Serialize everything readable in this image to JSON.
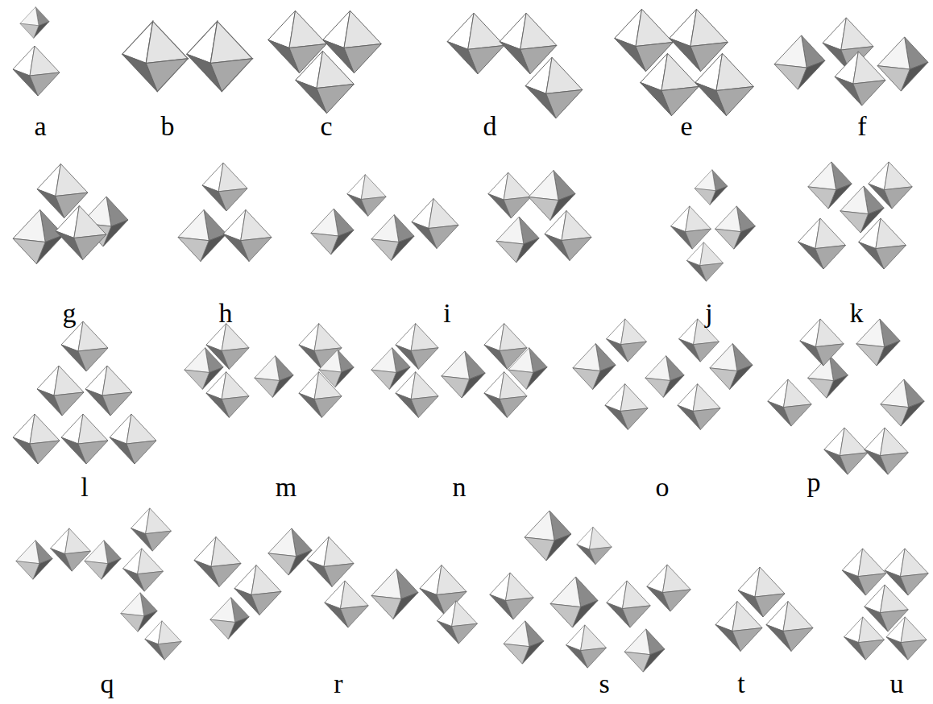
{
  "diagram": {
    "labels": [
      "a",
      "b",
      "c",
      "d",
      "e",
      "f",
      "g",
      "h",
      "i",
      "j",
      "k",
      "l",
      "m",
      "n",
      "o",
      "p",
      "q",
      "r",
      "s",
      "t",
      "u"
    ]
  }
}
